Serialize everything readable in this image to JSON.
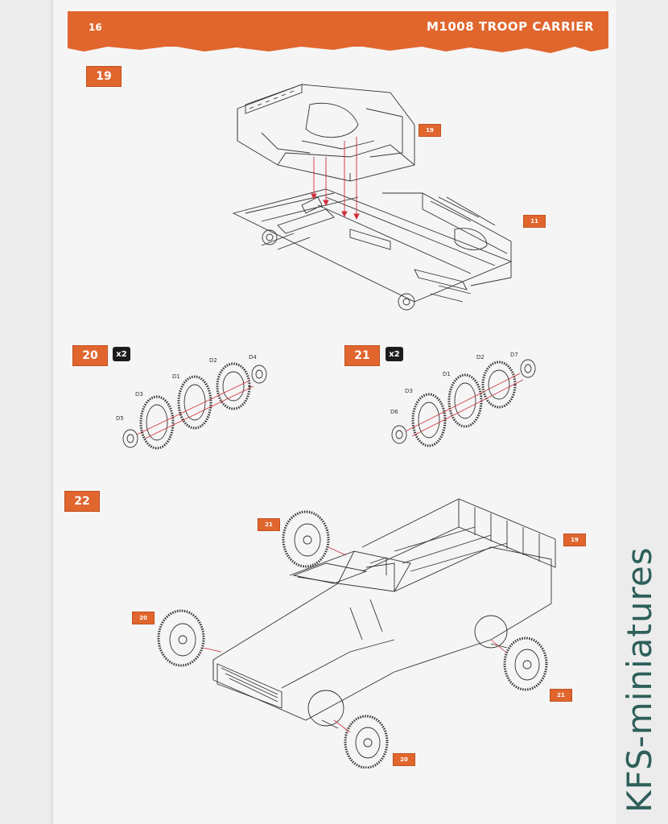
{
  "header": {
    "page_number": "16",
    "title": "M1008 TROOP CARRIER"
  },
  "steps": {
    "s19": {
      "number": "19",
      "callouts": {
        "cab": "19",
        "chassis": "11"
      }
    },
    "s20": {
      "number": "20",
      "multiplier": "x2",
      "parts": {
        "d2": "D2",
        "d4": "D4",
        "d1": "D1",
        "d3": "D3",
        "d5": "D5"
      }
    },
    "s21": {
      "number": "21",
      "multiplier": "x2",
      "parts": {
        "d2": "D2",
        "d7": "D7",
        "d1": "D1",
        "d3": "D3",
        "d6": "D6"
      }
    },
    "s22": {
      "number": "22",
      "callouts": {
        "wheel_top": "21",
        "body": "19",
        "wheel_left": "20",
        "wheel_rear": "21",
        "wheel_front": "20"
      }
    }
  },
  "watermark": "KFS-miniatures",
  "colors": {
    "accent": "#e0662e",
    "arrow": "#d0303c",
    "line": "#333333",
    "watermark": "#2e5f5a"
  }
}
